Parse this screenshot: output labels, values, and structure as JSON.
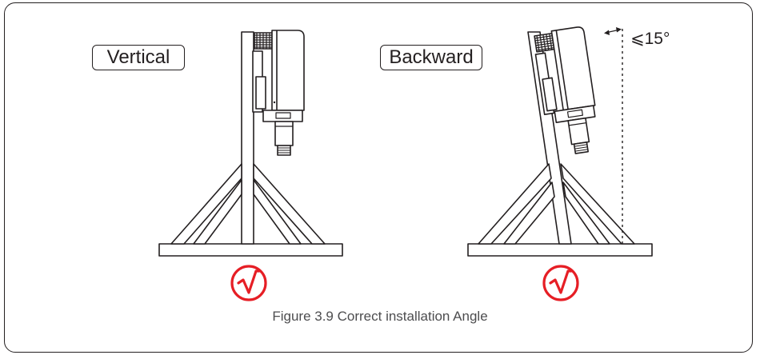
{
  "labels": {
    "vertical": "Vertical",
    "backward": "Backward",
    "angle": "⩽15°"
  },
  "caption": "Figure 3.9 Correct installation Angle",
  "colors": {
    "line": "#231f20",
    "check": "#e61e25",
    "caption": "#4d4d4f"
  },
  "icons": [
    "check-mark-icon",
    "angle-arrow-icon"
  ]
}
